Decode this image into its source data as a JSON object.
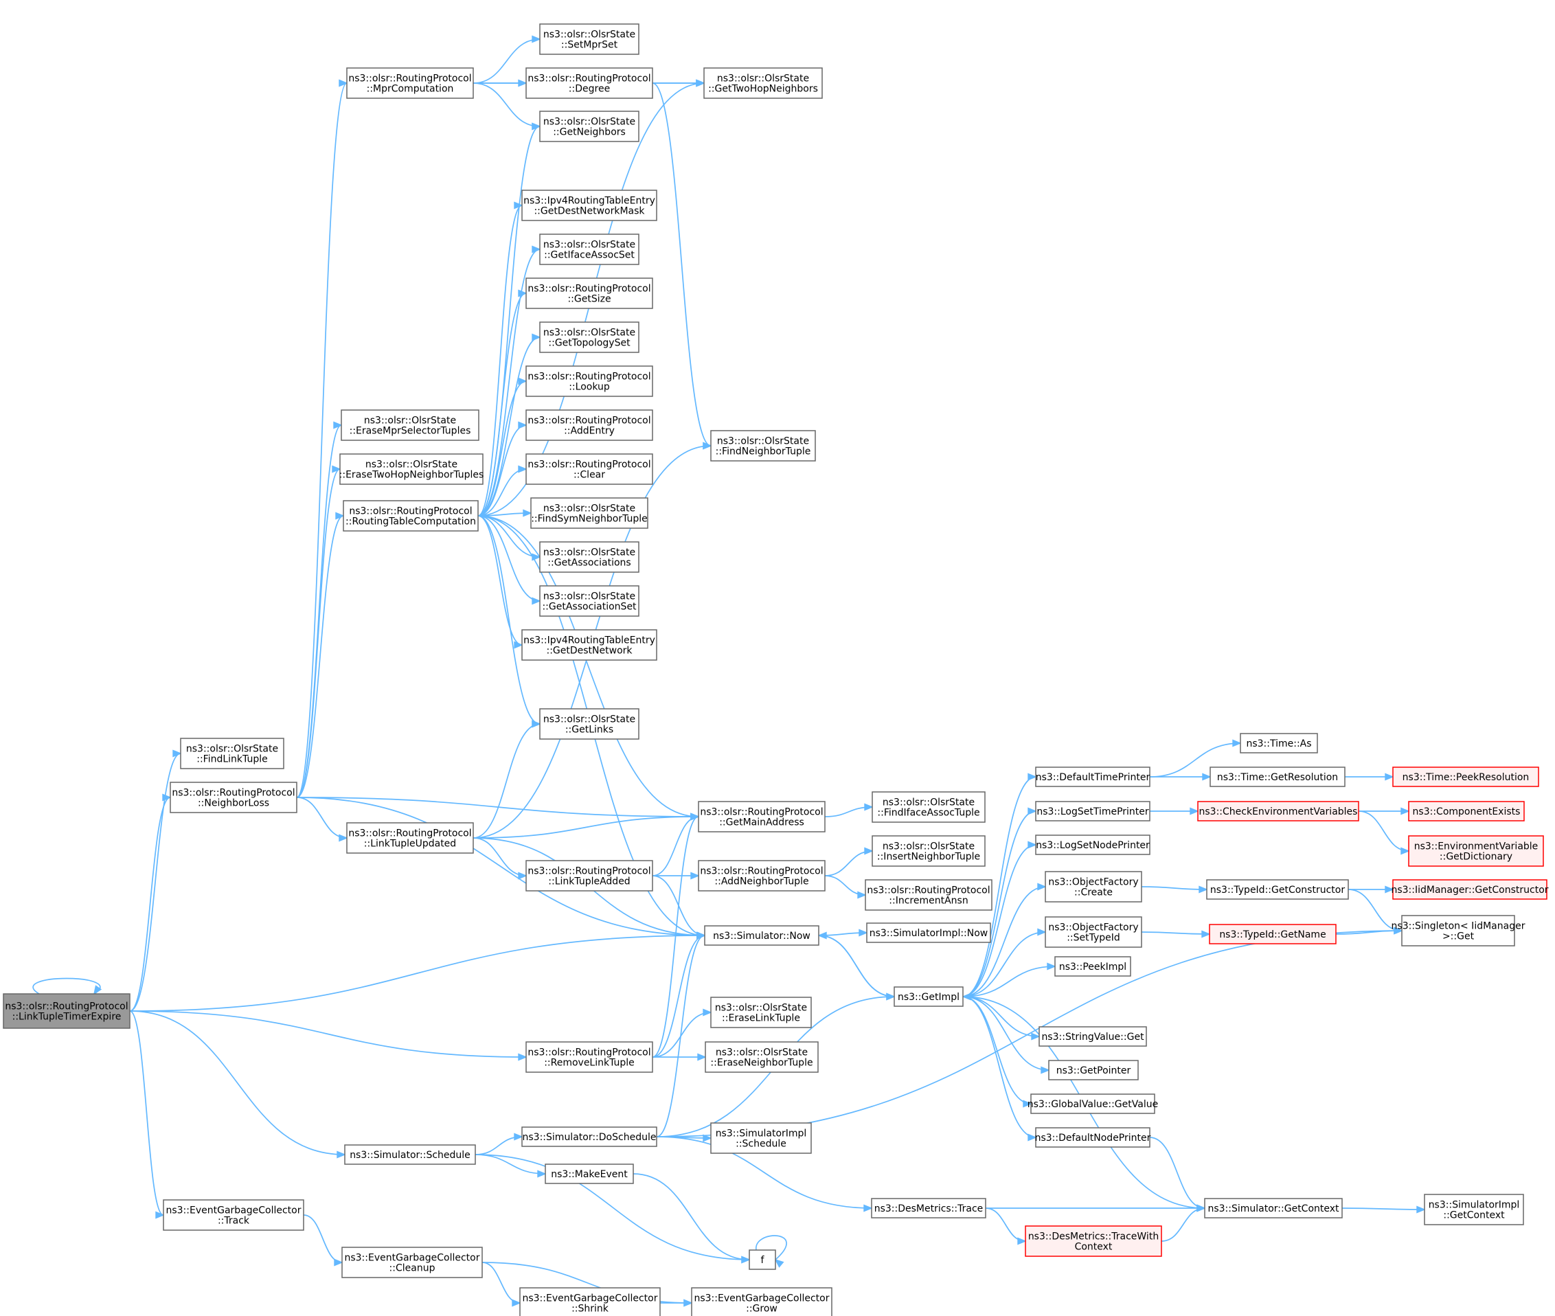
{
  "nodes": [
    {
      "id": "root",
      "lines": [
        "ns3::olsr::RoutingProtocol",
        "::LinkTupleTimerExpire"
      ],
      "style": "root"
    },
    {
      "id": "findlink",
      "lines": [
        "ns3::olsr::OlsrState",
        "::FindLinkTuple"
      ]
    },
    {
      "id": "neighborloss",
      "lines": [
        "ns3::olsr::RoutingProtocol",
        "::NeighborLoss"
      ]
    },
    {
      "id": "schedule",
      "lines": [
        "ns3::Simulator::Schedule"
      ]
    },
    {
      "id": "track",
      "lines": [
        "ns3::EventGarbageCollector",
        "::Track"
      ]
    },
    {
      "id": "cleanup",
      "lines": [
        "ns3::EventGarbageCollector",
        "::Cleanup"
      ]
    },
    {
      "id": "shrink",
      "lines": [
        "ns3::EventGarbageCollector",
        "::Shrink"
      ]
    },
    {
      "id": "grow",
      "lines": [
        "ns3::EventGarbageCollector",
        "::Grow"
      ]
    },
    {
      "id": "mpr",
      "lines": [
        "ns3::olsr::RoutingProtocol",
        "::MprComputation"
      ]
    },
    {
      "id": "erasemprsel",
      "lines": [
        "ns3::olsr::OlsrState",
        "::EraseMprSelectorTuples"
      ]
    },
    {
      "id": "erasetwohop",
      "lines": [
        "ns3::olsr::OlsrState",
        "::EraseTwoHopNeighborTuples"
      ]
    },
    {
      "id": "rtc",
      "lines": [
        "ns3::olsr::RoutingProtocol",
        "::RoutingTableComputation"
      ]
    },
    {
      "id": "ltu",
      "lines": [
        "ns3::olsr::RoutingProtocol",
        "::LinkTupleUpdated"
      ]
    },
    {
      "id": "setmpr",
      "lines": [
        "ns3::olsr::OlsrState",
        "::SetMprSet"
      ]
    },
    {
      "id": "degree",
      "lines": [
        "ns3::olsr::RoutingProtocol",
        "::Degree"
      ]
    },
    {
      "id": "getneighbors",
      "lines": [
        "ns3::olsr::OlsrState",
        "::GetNeighbors"
      ]
    },
    {
      "id": "gettwohop",
      "lines": [
        "ns3::olsr::OlsrState",
        "::GetTwoHopNeighbors"
      ]
    },
    {
      "id": "getdestmask",
      "lines": [
        "ns3::Ipv4RoutingTableEntry",
        "::GetDestNetworkMask"
      ]
    },
    {
      "id": "getiface",
      "lines": [
        "ns3::olsr::OlsrState",
        "::GetIfaceAssocSet"
      ]
    },
    {
      "id": "getsize",
      "lines": [
        "ns3::olsr::RoutingProtocol",
        "::GetSize"
      ]
    },
    {
      "id": "gettopology",
      "lines": [
        "ns3::olsr::OlsrState",
        "::GetTopologySet"
      ]
    },
    {
      "id": "lookup",
      "lines": [
        "ns3::olsr::RoutingProtocol",
        "::Lookup"
      ]
    },
    {
      "id": "addentry",
      "lines": [
        "ns3::olsr::RoutingProtocol",
        "::AddEntry"
      ]
    },
    {
      "id": "clear",
      "lines": [
        "ns3::olsr::RoutingProtocol",
        "::Clear"
      ]
    },
    {
      "id": "findsym",
      "lines": [
        "ns3::olsr::OlsrState",
        "::FindSymNeighborTuple"
      ]
    },
    {
      "id": "getassoc",
      "lines": [
        "ns3::olsr::OlsrState",
        "::GetAssociations"
      ]
    },
    {
      "id": "getassocset",
      "lines": [
        "ns3::olsr::OlsrState",
        "::GetAssociationSet"
      ]
    },
    {
      "id": "getdestnet",
      "lines": [
        "ns3::Ipv4RoutingTableEntry",
        "::GetDestNetwork"
      ]
    },
    {
      "id": "getlinks",
      "lines": [
        "ns3::olsr::OlsrState",
        "::GetLinks"
      ]
    },
    {
      "id": "findneighbor",
      "lines": [
        "ns3::olsr::OlsrState",
        "::FindNeighborTuple"
      ]
    },
    {
      "id": "getmain",
      "lines": [
        "ns3::olsr::RoutingProtocol",
        "::GetMainAddress"
      ]
    },
    {
      "id": "lta",
      "lines": [
        "ns3::olsr::RoutingProtocol",
        "::LinkTupleAdded"
      ]
    },
    {
      "id": "addneighbor",
      "lines": [
        "ns3::olsr::RoutingProtocol",
        "::AddNeighborTuple"
      ]
    },
    {
      "id": "now",
      "lines": [
        "ns3::Simulator::Now"
      ]
    },
    {
      "id": "removelink",
      "lines": [
        "ns3::olsr::RoutingProtocol",
        "::RemoveLinkTuple"
      ]
    },
    {
      "id": "eraselink",
      "lines": [
        "ns3::olsr::OlsrState",
        "::EraseLinkTuple"
      ]
    },
    {
      "id": "eraseneighbor",
      "lines": [
        "ns3::olsr::OlsrState",
        "::EraseNeighborTuple"
      ]
    },
    {
      "id": "doschedule",
      "lines": [
        "ns3::Simulator::DoSchedule"
      ]
    },
    {
      "id": "makeevent",
      "lines": [
        "ns3::MakeEvent"
      ]
    },
    {
      "id": "f",
      "lines": [
        "f"
      ]
    },
    {
      "id": "simimplschedule",
      "lines": [
        "ns3::SimulatorImpl",
        "::Schedule"
      ]
    },
    {
      "id": "desmetrics",
      "lines": [
        "ns3::DesMetrics::Trace"
      ]
    },
    {
      "id": "simimplnow",
      "lines": [
        "ns3::SimulatorImpl::Now"
      ]
    },
    {
      "id": "getimpl",
      "lines": [
        "ns3::GetImpl"
      ]
    },
    {
      "id": "findifaceassoc",
      "lines": [
        "ns3::olsr::OlsrState",
        "::FindIfaceAssocTuple"
      ]
    },
    {
      "id": "insertneighbor",
      "lines": [
        "ns3::olsr::OlsrState",
        "::InsertNeighborTuple"
      ]
    },
    {
      "id": "incansn",
      "lines": [
        "ns3::olsr::RoutingProtocol",
        "::IncrementAnsn"
      ]
    },
    {
      "id": "defaulttime",
      "lines": [
        "ns3::DefaultTimePrinter"
      ]
    },
    {
      "id": "logsettime",
      "lines": [
        "ns3::LogSetTimePrinter"
      ]
    },
    {
      "id": "logsetnode",
      "lines": [
        "ns3::LogSetNodePrinter"
      ]
    },
    {
      "id": "ofcreate",
      "lines": [
        "ns3::ObjectFactory",
        "::Create"
      ]
    },
    {
      "id": "ofsettype",
      "lines": [
        "ns3::ObjectFactory",
        "::SetTypeId"
      ]
    },
    {
      "id": "peekimpl",
      "lines": [
        "ns3::PeekImpl"
      ]
    },
    {
      "id": "stringget",
      "lines": [
        "ns3::StringValue::Get"
      ]
    },
    {
      "id": "getpointer",
      "lines": [
        "ns3::GetPointer"
      ]
    },
    {
      "id": "globalget",
      "lines": [
        "ns3::GlobalValue::GetValue"
      ]
    },
    {
      "id": "defaultnode",
      "lines": [
        "ns3::DefaultNodePrinter"
      ]
    },
    {
      "id": "tracewith",
      "lines": [
        "ns3::DesMetrics::TraceWith",
        "Context"
      ],
      "style": "red"
    },
    {
      "id": "timeas",
      "lines": [
        "ns3::Time::As"
      ]
    },
    {
      "id": "timegetres",
      "lines": [
        "ns3::Time::GetResolution"
      ]
    },
    {
      "id": "checkenv",
      "lines": [
        "ns3::CheckEnvironmentVariables"
      ],
      "style": "red"
    },
    {
      "id": "typeidgetcons",
      "lines": [
        "ns3::TypeId::GetConstructor"
      ]
    },
    {
      "id": "typeidgetname",
      "lines": [
        "ns3::TypeId::GetName"
      ],
      "style": "red"
    },
    {
      "id": "getcontext",
      "lines": [
        "ns3::Simulator::GetContext"
      ]
    },
    {
      "id": "peekres",
      "lines": [
        "ns3::Time::PeekResolution"
      ],
      "style": "red"
    },
    {
      "id": "compexists",
      "lines": [
        "ns3::ComponentExists"
      ],
      "style": "red"
    },
    {
      "id": "envdict",
      "lines": [
        "ns3::EnvironmentVariable",
        "::GetDictionary"
      ],
      "style": "red"
    },
    {
      "id": "iidgetcons",
      "lines": [
        "ns3::IidManager::GetConstructor"
      ],
      "style": "red"
    },
    {
      "id": "singleton",
      "lines": [
        "ns3::Singleton< IidManager",
        ">::Get"
      ]
    },
    {
      "id": "simimplcontext",
      "lines": [
        "ns3::SimulatorImpl",
        "::GetContext"
      ]
    }
  ]
}
